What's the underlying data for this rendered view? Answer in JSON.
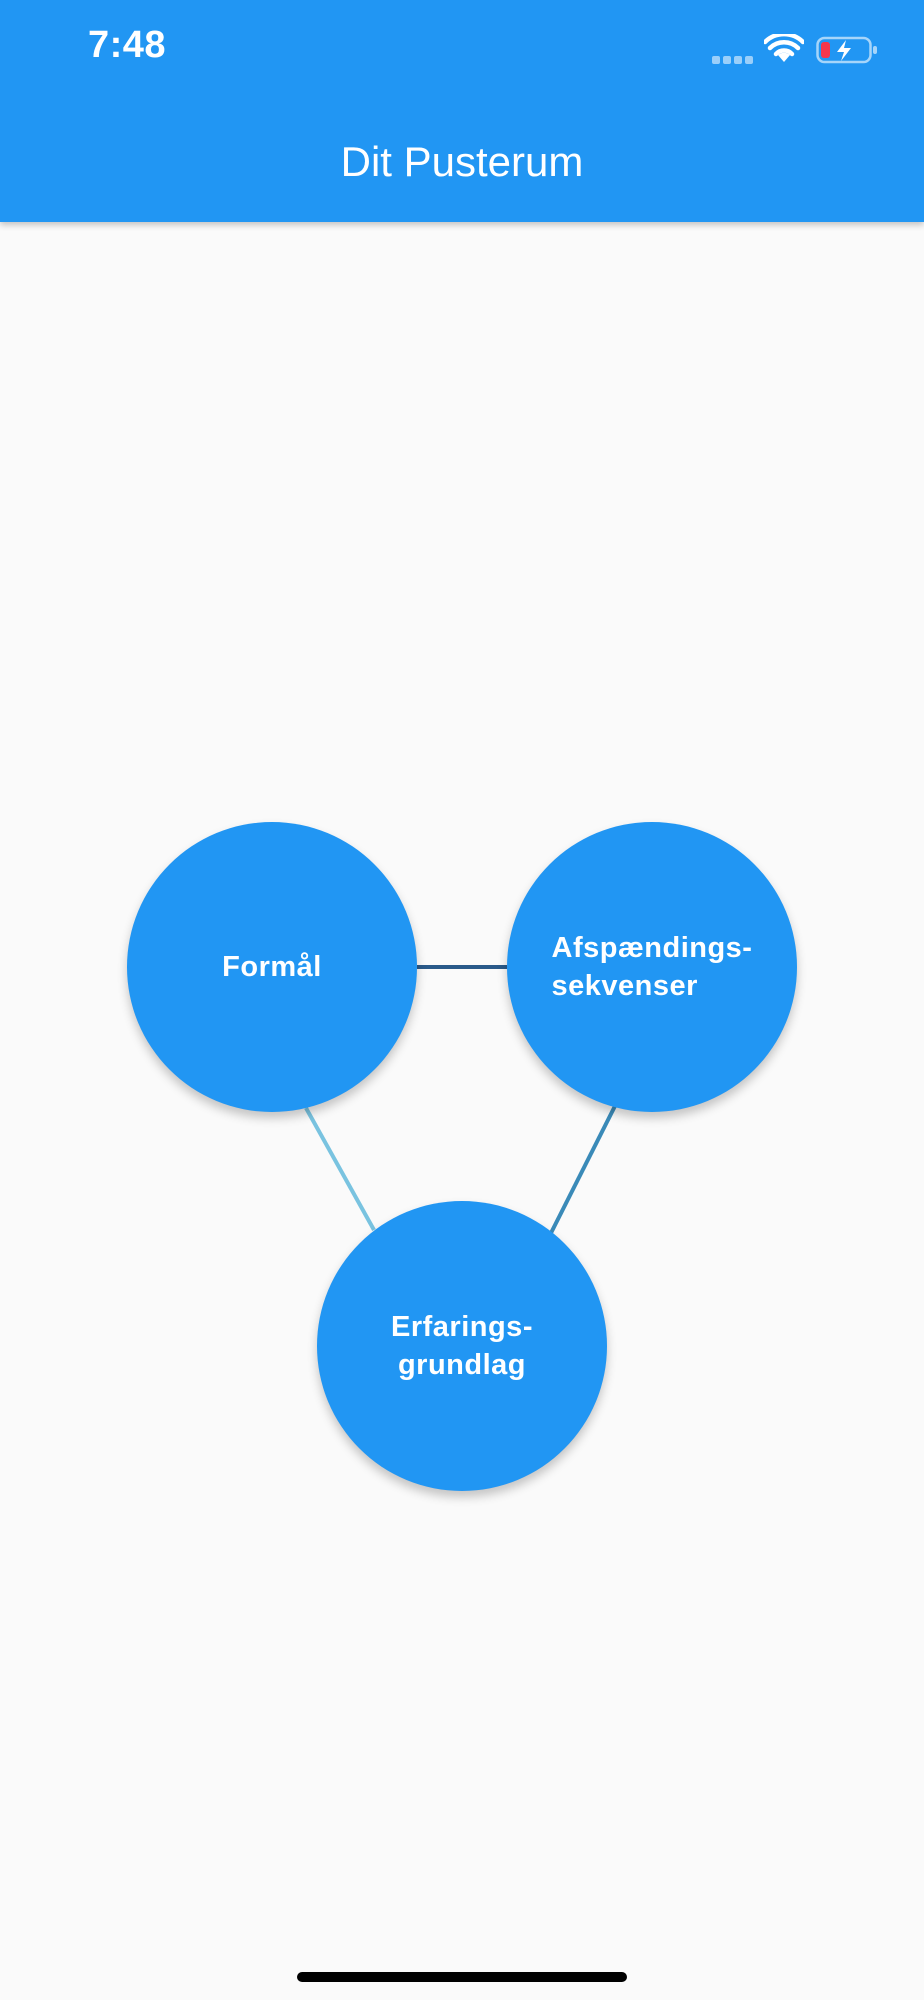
{
  "status_bar": {
    "time": "7:48",
    "icons": [
      "signal-dots-icon",
      "wifi-icon",
      "battery-charging-icon"
    ]
  },
  "app_bar": {
    "title": "Dit Pusterum"
  },
  "graph": {
    "nodes": [
      {
        "id": "formal",
        "label": "Formål"
      },
      {
        "id": "afspaendings",
        "label": "Afspændings-\nsekvenser"
      },
      {
        "id": "erfarings",
        "label": "Erfarings-\ngrundlag"
      }
    ],
    "edges": [
      {
        "from": "formal",
        "to": "afspaendings",
        "color": "#2a5a8a"
      },
      {
        "from": "formal",
        "to": "erfarings",
        "color": "#79c3e0"
      },
      {
        "from": "afspaendings",
        "to": "erfarings",
        "color": "#3a8ab8"
      }
    ]
  },
  "colors": {
    "primary": "#2196f3",
    "background": "#fafafa",
    "on_primary": "#ffffff",
    "battery_low": "#f4364c"
  }
}
